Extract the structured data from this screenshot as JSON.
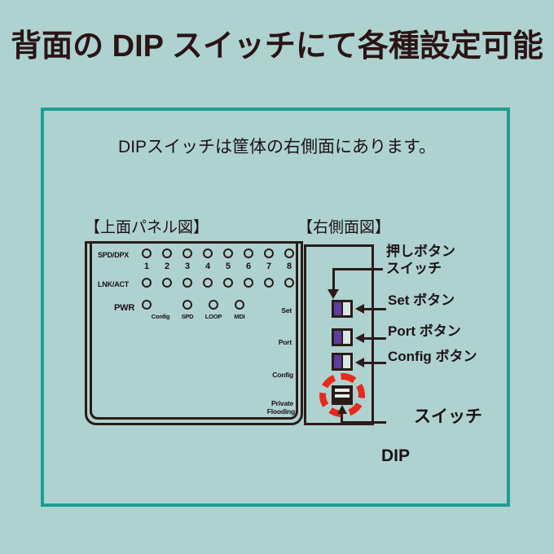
{
  "page": {
    "title": "背面の DIP スイッチにて各種設定可能",
    "subtitle": "DIPスイッチは筐体の右側面にあります。",
    "background_color": "#aed2d0",
    "frame_color": "#1f9d91",
    "text_color": "#2b1416",
    "highlight_color": "#e8291c",
    "button_accent_color": "#5b3f9e"
  },
  "sections": {
    "top_panel_caption": "【上面パネル図】",
    "side_panel_caption": "【右側面図】"
  },
  "top_panel": {
    "led_rows": [
      {
        "label": "SPD/DPX",
        "count": 8
      },
      {
        "label": "LNK/ACT",
        "count": 8
      }
    ],
    "port_numbers": [
      "1",
      "2",
      "3",
      "4",
      "5",
      "6",
      "7",
      "8"
    ],
    "power_label": "PWR",
    "status_leds": [
      {
        "label": "Config"
      },
      {
        "label": "SPD"
      },
      {
        "label": "LOOP"
      },
      {
        "label": "MDI"
      }
    ],
    "right_edge_labels": [
      "Set",
      "Port",
      "Config",
      "Private\nFlooding"
    ],
    "right_edge_label_1": "Set",
    "right_edge_label_2": "Port",
    "right_edge_label_3": "Config",
    "right_edge_label_4a": "Private",
    "right_edge_label_4b": "Flooding"
  },
  "side_panel": {
    "callouts": {
      "push_button_line1": "押しボタン",
      "push_button_line2": "スイッチ",
      "set_button": "Set ボタン",
      "port_button": "Port ボタン",
      "config_button": "Config ボタン",
      "dip_switch_line1": "スイッチ",
      "dip_switch_line2": "DIP"
    }
  }
}
